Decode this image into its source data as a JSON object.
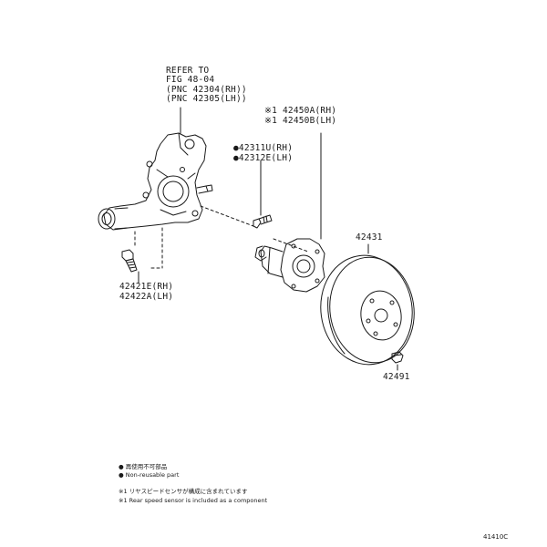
{
  "knuckle_ref": {
    "line1": "REFER TO",
    "line2": "FIG 48-04",
    "line3": "(PNC 42304(RH))",
    "line4": "(PNC 42305(LH))"
  },
  "hub_bearing": {
    "rh": "※1 42450A(RH)",
    "lh": "※1 42450B(LH)"
  },
  "hub_bolt": {
    "rh": "●42311U(RH)",
    "lh": "●42312E(LH)"
  },
  "knuckle_bolt": {
    "rh": "42421E(RH)",
    "lh": "42422A(LH)"
  },
  "disc_label": "42431",
  "nut_label": "42491",
  "notes": {
    "non_reusable_jp": "● 再使用不可部品",
    "non_reusable_en": "● Non-reusable part",
    "sensor_jp": "※1 リヤスピードセンサが構成に含まれています",
    "sensor_en": "※1 Rear speed sensor is included as a component"
  },
  "diagram_code": "41410C"
}
